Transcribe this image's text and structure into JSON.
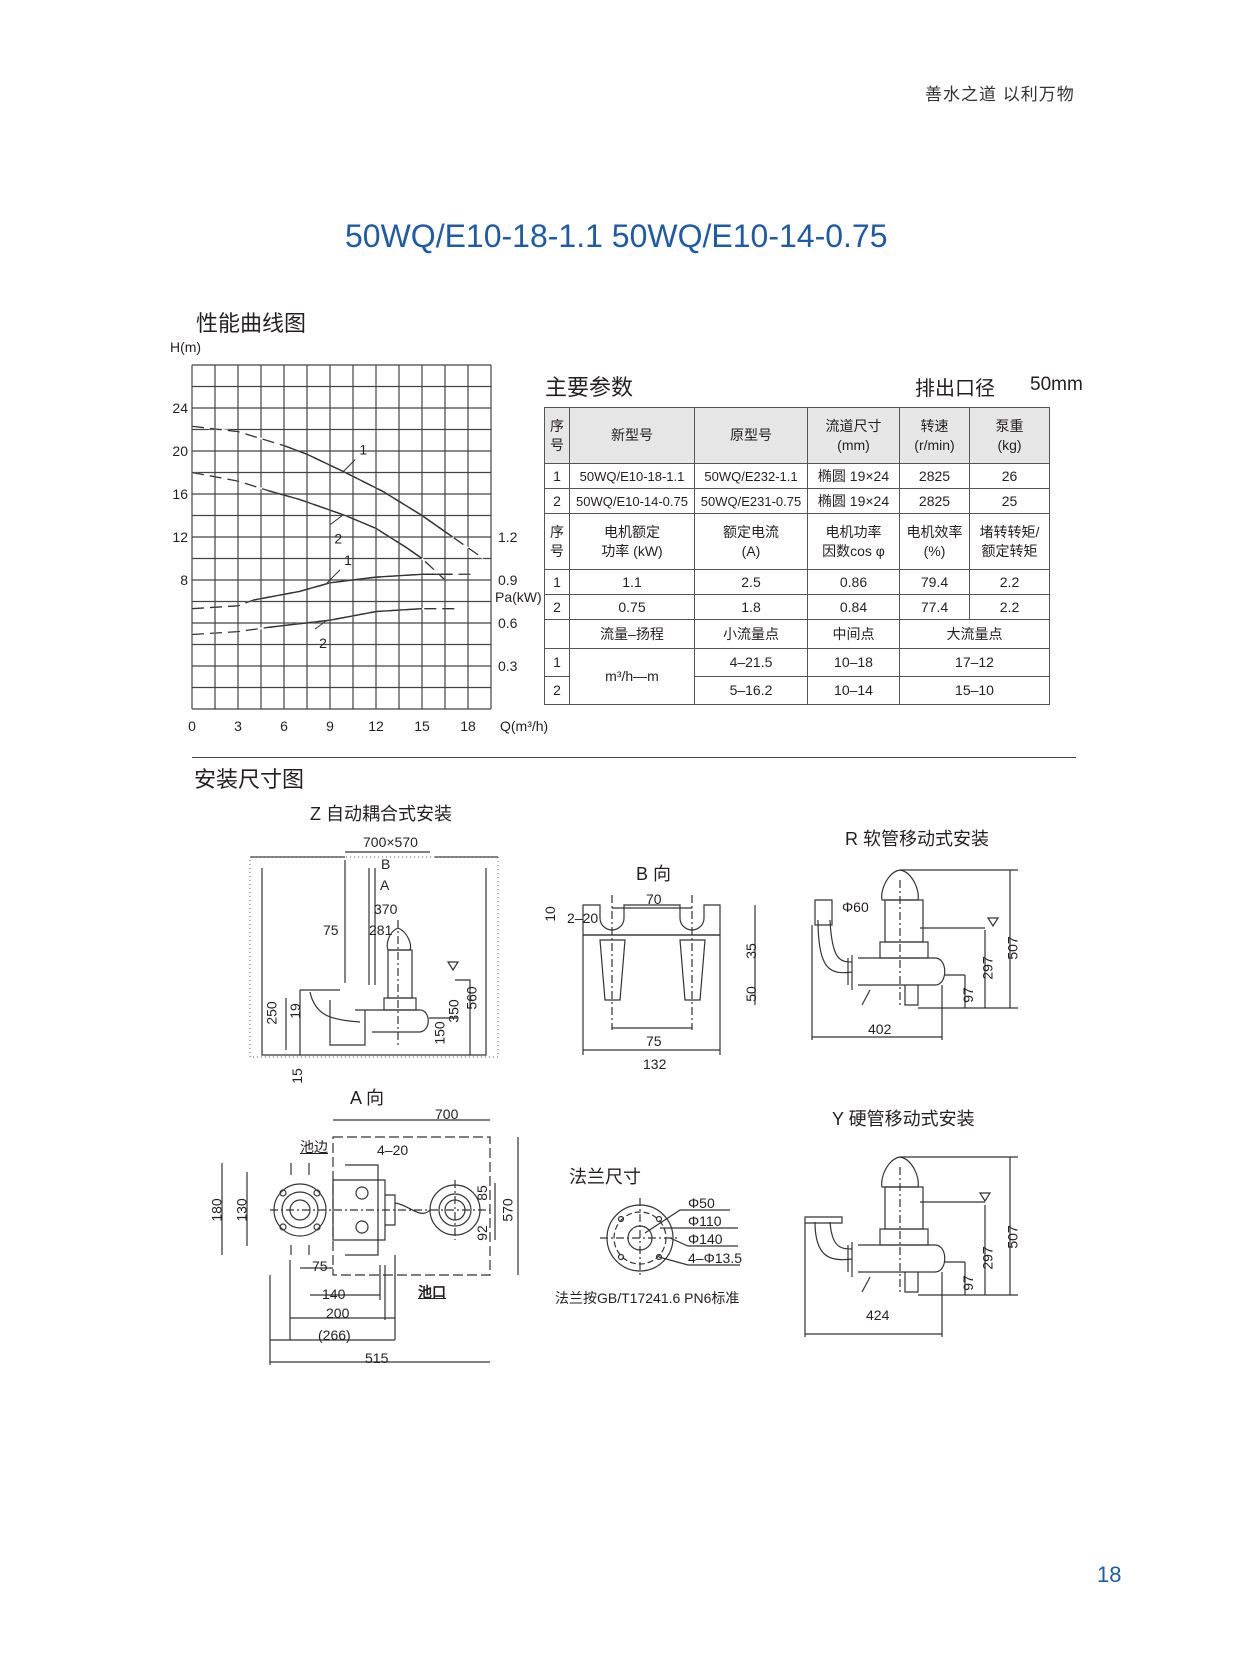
{
  "header": {
    "slogan": "善水之道  以利万物"
  },
  "title": "50WQ/E10-18-1.1   50WQ/E10-14-0.75",
  "performance": {
    "heading": "性能曲线图"
  },
  "chart_data": {
    "type": "line",
    "title": "性能曲线图",
    "xlabel": "Q(m³/h)",
    "ylabel": "H(m)",
    "y2label": "Pa(kW)",
    "x_ticks": [
      0,
      3,
      6,
      9,
      12,
      15,
      18
    ],
    "y_ticks": [
      8,
      12,
      16,
      20,
      24
    ],
    "y2_ticks": [
      0.3,
      0.6,
      0.9,
      1.2
    ],
    "xlim": [
      0,
      19.5
    ],
    "ylim": [
      -4,
      28
    ],
    "y2lim": [
      0,
      2.4
    ],
    "grid": true,
    "series": [
      {
        "name": "1",
        "axis": "H",
        "x": [
          0,
          3,
          6,
          7.5,
          10,
          12.5,
          15,
          17,
          19
        ],
        "y": [
          22.3,
          21.8,
          20.5,
          19.7,
          18,
          16.2,
          14,
          12,
          10
        ],
        "solid_range": [
          3.5,
          17
        ]
      },
      {
        "name": "2",
        "axis": "H",
        "x": [
          0,
          3,
          5,
          7,
          10,
          12,
          14,
          15,
          16.5
        ],
        "y": [
          18,
          17.2,
          16.3,
          15.5,
          14,
          12.8,
          11,
          10,
          8
        ],
        "solid_range": [
          5,
          15
        ]
      },
      {
        "name": "1",
        "axis": "Pa",
        "x": [
          0,
          3,
          4,
          7,
          9,
          12,
          15,
          17,
          18.5
        ],
        "y": [
          0.7,
          0.72,
          0.76,
          0.82,
          0.88,
          0.92,
          0.94,
          0.94,
          0.94
        ],
        "solid_range": [
          4,
          17
        ]
      },
      {
        "name": "2",
        "axis": "Pa",
        "x": [
          0,
          3,
          5,
          9,
          12,
          15,
          17.5
        ],
        "y": [
          0.52,
          0.54,
          0.57,
          0.62,
          0.68,
          0.7,
          0.7
        ],
        "solid_range": [
          5,
          15
        ]
      }
    ]
  },
  "params": {
    "heading": "主要参数",
    "outlet_label": "排出口径",
    "outlet_value": "50mm",
    "header1": [
      "序\n号",
      "新型号",
      "原型号",
      "流道尺寸\n(mm)",
      "转速\n(r/min)",
      "泵重\n(kg)"
    ],
    "rows1": [
      [
        "1",
        "50WQ/E10-18-1.1",
        "50WQ/E232-1.1",
        "椭圆  19×24",
        "2825",
        "26"
      ],
      [
        "2",
        "50WQ/E10-14-0.75",
        "50WQ/E231-0.75",
        "椭圆  19×24",
        "2825",
        "25"
      ]
    ],
    "header2": [
      "序\n号",
      "电机额定\n功率 (kW)",
      "额定电流\n(A)",
      "电机功率\n因数cos φ",
      "电机效率\n(%)",
      "堵转转矩/\n额定转矩"
    ],
    "rows2": [
      [
        "1",
        "1.1",
        "2.5",
        "0.86",
        "79.4",
        "2.2"
      ],
      [
        "2",
        "0.75",
        "1.8",
        "0.84",
        "77.4",
        "2.2"
      ]
    ],
    "header3": [
      "",
      "流量–扬程",
      "小流量点",
      "中间点",
      "大流量点"
    ],
    "unit": "m³/h—m",
    "rows3": [
      [
        "1",
        "4–21.5",
        "10–18",
        "17–12"
      ],
      [
        "2",
        "5–16.2",
        "10–14",
        "15–10"
      ]
    ]
  },
  "install": {
    "heading": "安装尺寸图",
    "z": {
      "title": "Z  自动耦合式安装",
      "d700x570": "700×570",
      "b": "B",
      "a": "A",
      "d370": "370",
      "d75": "75",
      "d281": "281",
      "d250": "250",
      "d19": "19",
      "d150": "150",
      "d350": "350",
      "d560": "560",
      "d15": "15"
    },
    "b_view": {
      "title": "B  向",
      "d70": "70",
      "d10": "10",
      "d2_20": "2–20",
      "d35": "35",
      "d50": "50",
      "d75": "75",
      "d132": "132"
    },
    "r": {
      "title": "R 软管移动式安装",
      "phi60": "Φ60",
      "d297": "297",
      "d507": "507",
      "d97": "97",
      "d402": "402"
    },
    "a_view": {
      "title": "A 向",
      "d700": "700",
      "pool_edge": "池边",
      "d4_20": "4–20",
      "d180": "180",
      "d130": "130",
      "d85": "85",
      "d92": "92",
      "d570": "570",
      "d75": "75",
      "d140": "140",
      "d200": "200",
      "d266": "(266)",
      "d515": "515",
      "pool_mouth": "池口"
    },
    "flange": {
      "title": "法兰尺寸",
      "phi50": "Φ50",
      "phi110": "Φ110",
      "phi140": "Φ140",
      "holes": "4–Φ13.5",
      "note": "法兰按GB/T17241.6 PN6标准"
    },
    "y": {
      "title": "Y 硬管移动式安装",
      "d507": "507",
      "d297": "297",
      "d97": "97",
      "d424": "424"
    }
  },
  "page_number": "18",
  "colors": {
    "accent": "#1f5aa6",
    "table_header": "#e6e6e6"
  }
}
